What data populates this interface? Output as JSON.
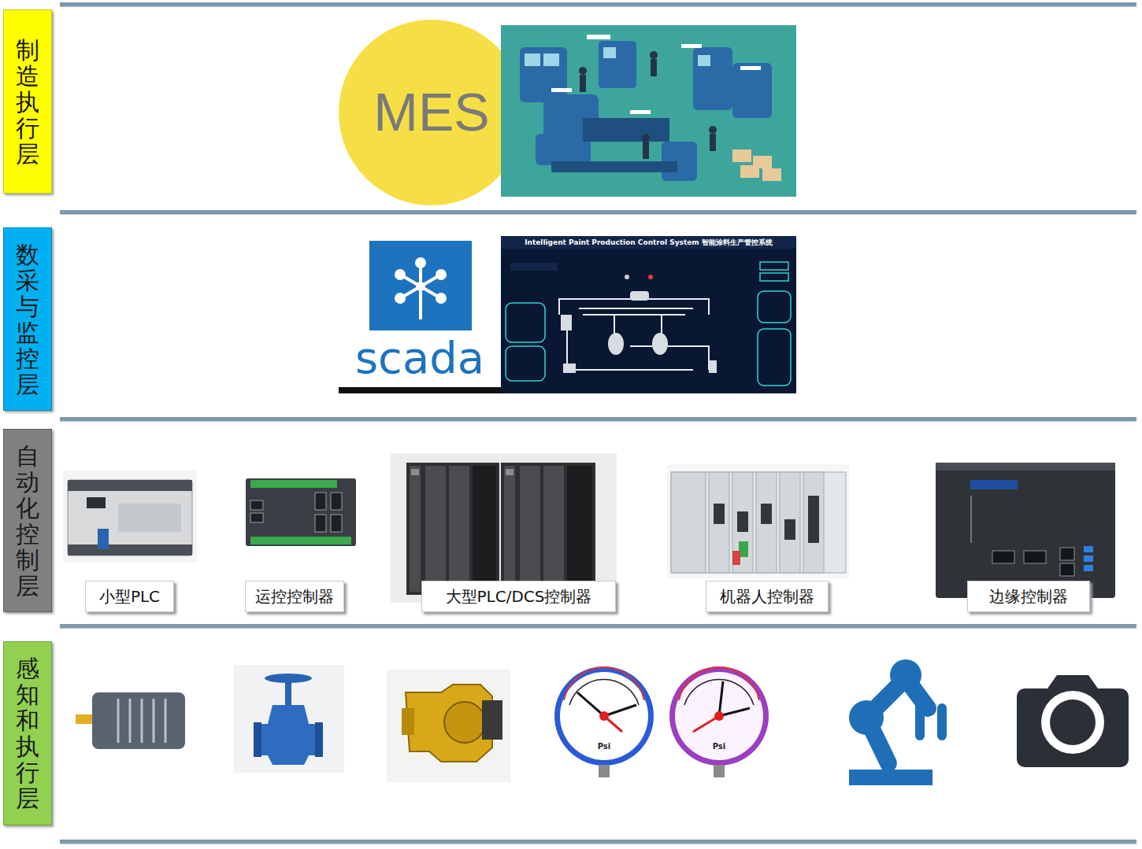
{
  "diagram": {
    "nodes": [
      {
        "text": [
          "制造执行层"
        ]
      },
      {
        "text": [
          "数采与监控层"
        ]
      },
      {
        "text": [
          "自动化控制层"
        ]
      },
      {
        "text": [
          "感知和执行层"
        ]
      },
      {
        "text": [
          "MES"
        ]
      },
      {
        "text": [
          "scada"
        ]
      },
      {
        "text": [
          "小型PLC"
        ]
      },
      {
        "text": [
          "运控控制器"
        ]
      },
      {
        "text": [
          "大型PLC/DCS控制器"
        ]
      },
      {
        "text": [
          "机器人控制器"
        ]
      },
      {
        "text": [
          "边缘控制器"
        ]
      }
    ],
    "labels": [
      "Intelligent Paint Production Control System 智能涂料生产管控系统",
      "Psi",
      "Psi"
    ]
  }
}
